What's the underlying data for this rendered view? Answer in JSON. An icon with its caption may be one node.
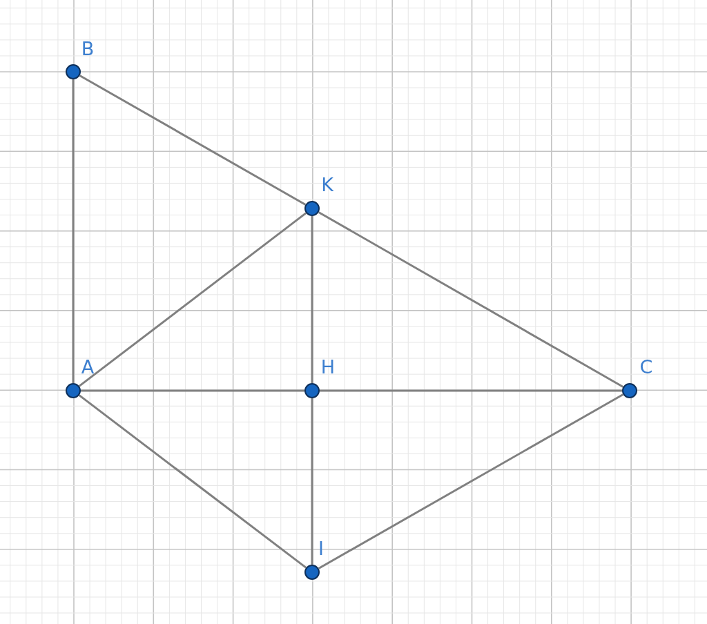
{
  "diagram": {
    "nodes": [
      {
        "text": [
          "B"
        ]
      },
      {
        "text": [
          "K"
        ]
      },
      {
        "text": [
          "A"
        ]
      },
      {
        "text": [
          "H"
        ]
      },
      {
        "text": [
          "C"
        ]
      },
      {
        "text": [
          "I"
        ]
      }
    ],
    "edges": [
      {
        "from": 0,
        "to": 2,
        "arrow": "none"
      },
      {
        "from": 0,
        "to": 1,
        "arrow": "none"
      },
      {
        "from": 1,
        "to": 4,
        "arrow": "none"
      },
      {
        "from": 2,
        "to": 1,
        "arrow": "none"
      },
      {
        "from": 1,
        "to": 3,
        "arrow": "none"
      },
      {
        "from": 2,
        "to": 3,
        "arrow": "none"
      },
      {
        "from": 3,
        "to": 4,
        "arrow": "none"
      },
      {
        "from": 2,
        "to": 5,
        "arrow": "none"
      },
      {
        "from": 3,
        "to": 5,
        "arrow": "none"
      },
      {
        "from": 5,
        "to": 4,
        "arrow": "none"
      }
    ]
  }
}
